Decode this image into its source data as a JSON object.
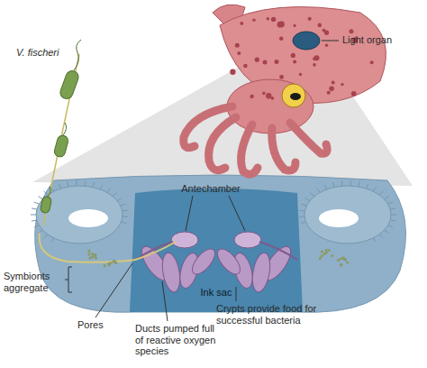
{
  "diagram": {
    "labels": [
      "V. fischeri",
      "Light organ",
      "Antechamber",
      "Symbionts aggregate",
      "Pores",
      "Ducts pumped full of reactive oxygen species",
      "Crypts provide food for successful bacteria",
      "Ink sac"
    ]
  }
}
